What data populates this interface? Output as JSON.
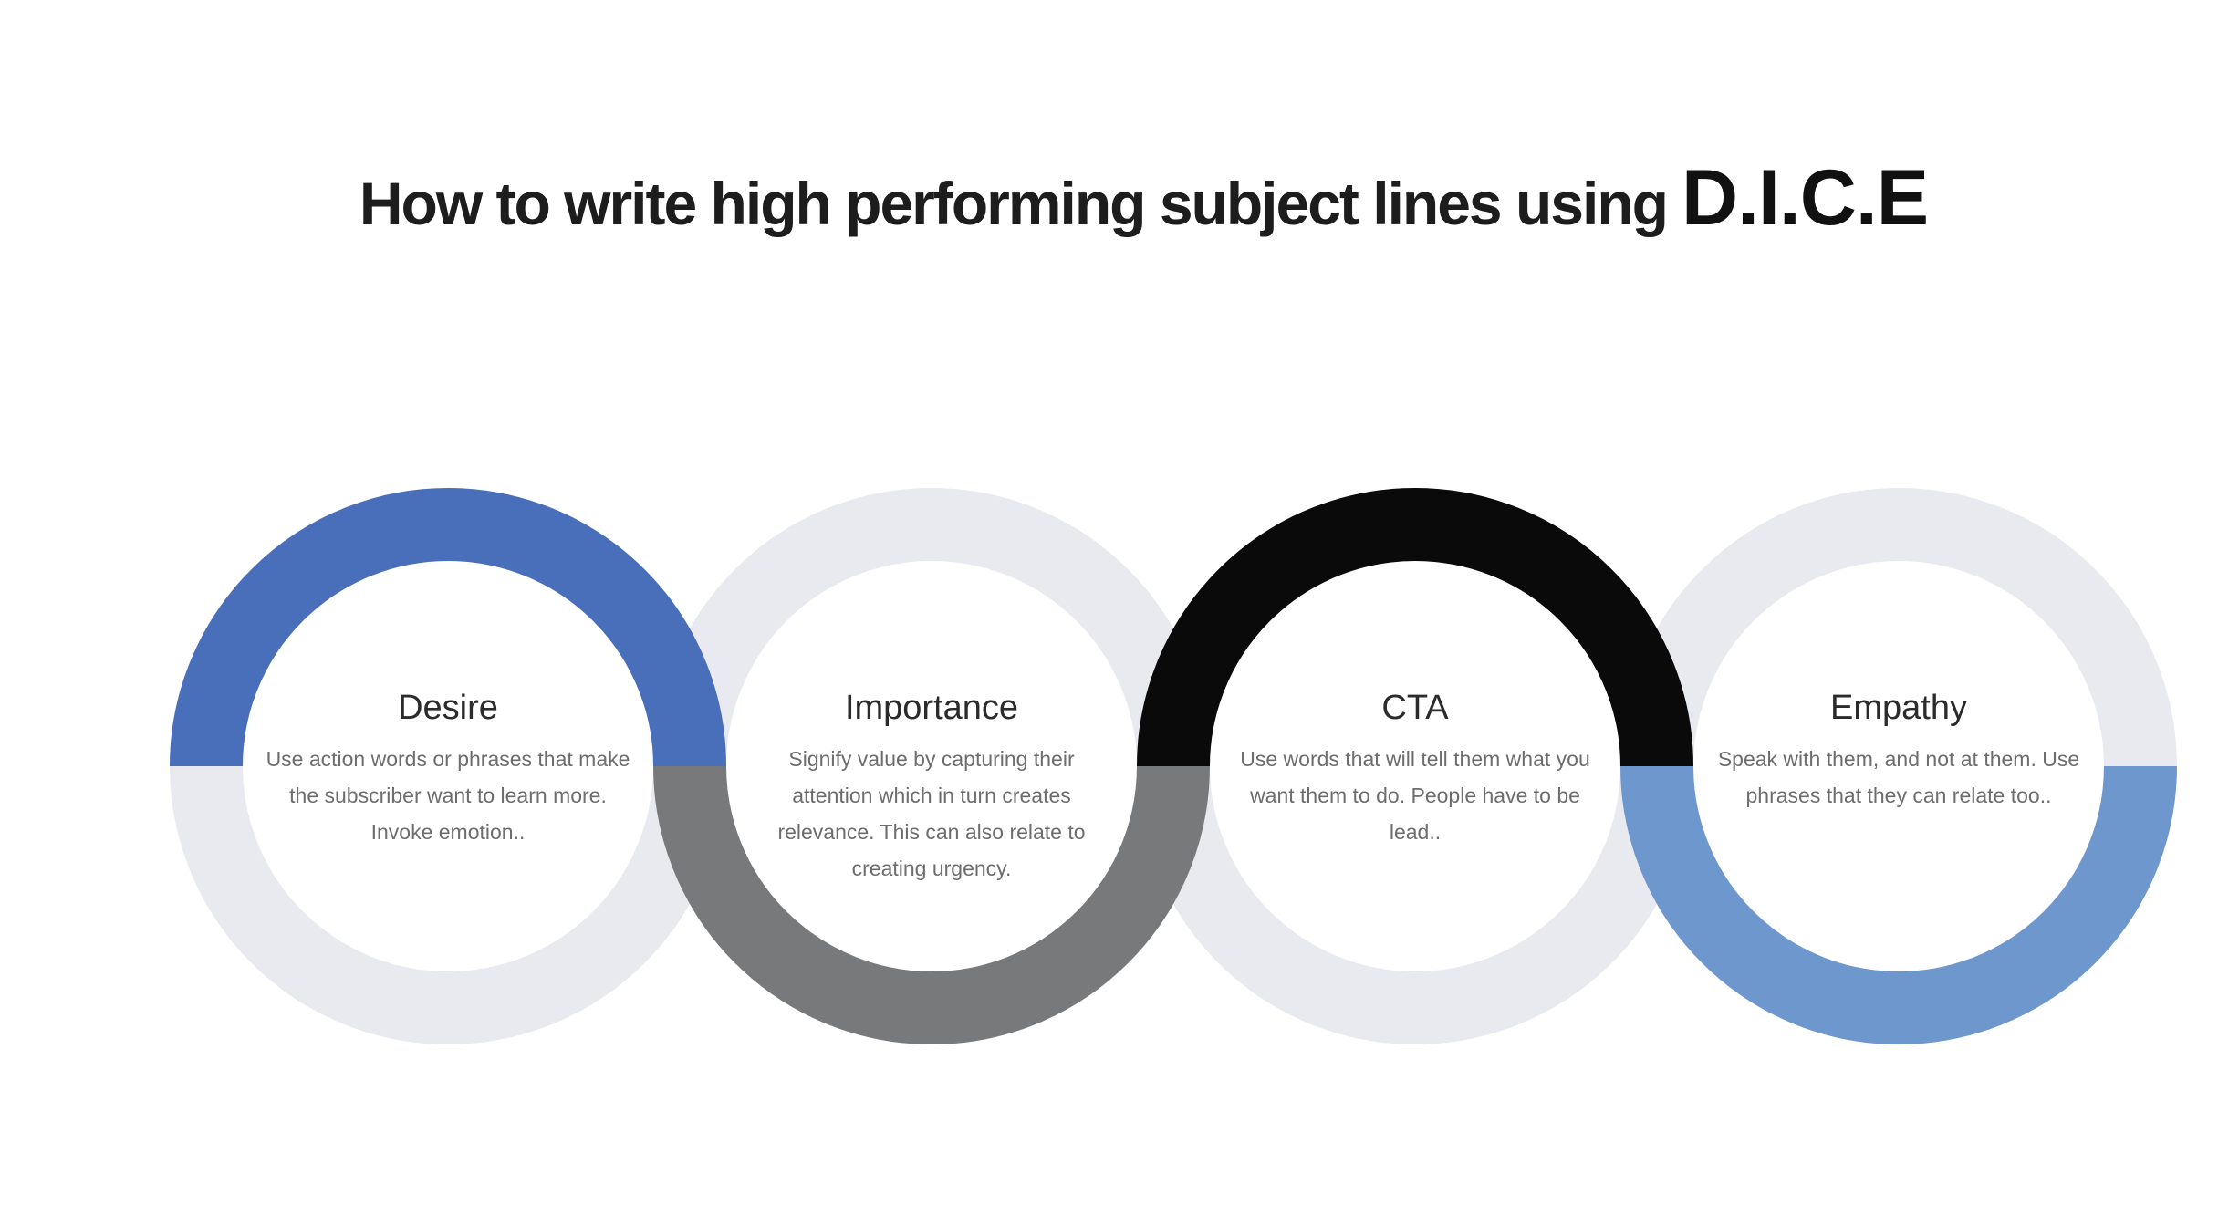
{
  "title": {
    "main": "How to write high performing subject lines using",
    "highlight": "D.I.C.E"
  },
  "ring": {
    "base_color": "#e9eaef"
  },
  "steps": [
    {
      "label": "Desire",
      "description": "Use action words or phrases that make the subscriber want to learn more. Invoke emotion..",
      "accent_color": "#4a6fba",
      "accent_position": "top"
    },
    {
      "label": "Importance",
      "description": "Signify value by capturing their attention which in turn creates relevance.  This can also relate to creating urgency.",
      "accent_color": "#78797b",
      "accent_position": "bottom"
    },
    {
      "label": "CTA",
      "description": "Use words that will tell them what you want them to do.  People have to be lead..",
      "accent_color": "#0a0a0a",
      "accent_position": "top"
    },
    {
      "label": "Empathy",
      "description": "Speak with them, and not at them. Use phrases that they can relate too..",
      "accent_color": "#6e97ce",
      "accent_position": "bottom"
    }
  ]
}
